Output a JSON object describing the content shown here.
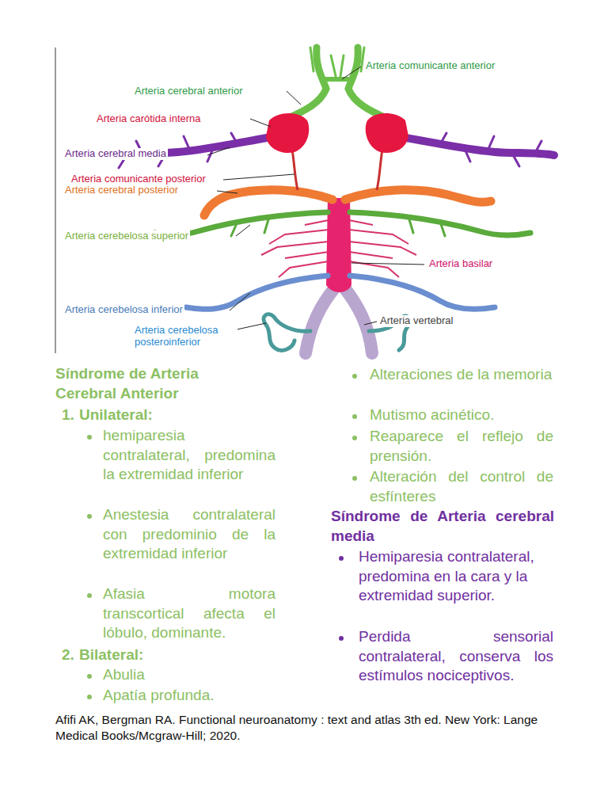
{
  "diagram": {
    "labels": [
      "Arteria comunicante anterior",
      "Arteria cerebral anterior",
      "Arteria carótida interna",
      "Arteria cerebral media",
      "Arteria comunicante posterior",
      "Arteria cerebral posterior",
      "Arteria cerebelosa superior",
      "Arteria basilar",
      "Arteria cerebelosa inferior",
      "Arteria vertebral",
      "Arteria cerebelosa posteroinferior",
      "Síndrome de Arteria Cerebral Anterior",
      "1.",
      "Unilateral:",
      "hemiparesia contralateral, predomina la extremidad inferior",
      "Anestesia contralateral con predominio de la extremidad inferior",
      "Afasia motora transcortical afecta el lóbulo, dominante.",
      "2.",
      "Bilateral:",
      "Abulia",
      "Apatía profunda.",
      "Alteraciones de la memoria",
      "Mutismo acinético.",
      "Reaparece el reflejo de prensión.",
      "Alteración del control de esfínteres",
      "Síndrome de Arteria cerebral media",
      "Hemiparesia contralateral, predomina en la cara y la extremidad superior.",
      "Perdida sensorial contralateral, conserva los estímulos nociceptivos.",
      "Afifi AK, Bergman RA. Functional neuroanatomy : text and atlas 3th ed. New York: Lange Medical Books/Mcgraw-Hill; 2020."
    ]
  }
}
